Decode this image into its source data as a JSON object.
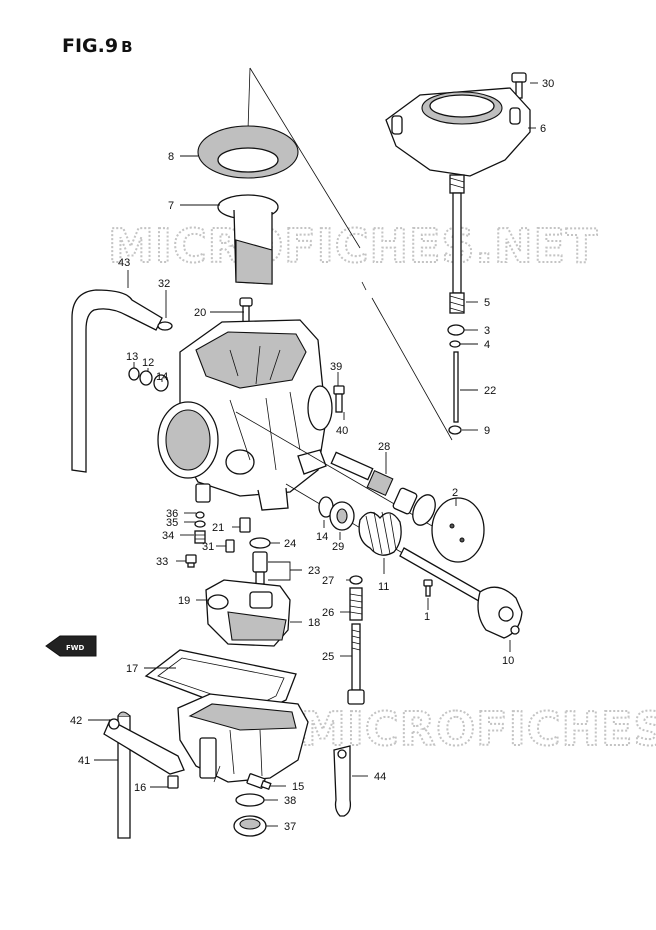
{
  "figure": {
    "title": "FIG.9",
    "suffix": "B"
  },
  "watermark": "MICROFICHES.NET",
  "forward_badge": "FWD",
  "callouts": [
    {
      "id": "c30",
      "text": "30"
    },
    {
      "id": "c6",
      "text": "6"
    },
    {
      "id": "c8",
      "text": "8"
    },
    {
      "id": "c7",
      "text": "7"
    },
    {
      "id": "c43",
      "text": "43"
    },
    {
      "id": "c32",
      "text": "32"
    },
    {
      "id": "c20",
      "text": "20"
    },
    {
      "id": "c5",
      "text": "5"
    },
    {
      "id": "c3",
      "text": "3"
    },
    {
      "id": "c4",
      "text": "4"
    },
    {
      "id": "c13",
      "text": "13"
    },
    {
      "id": "c12",
      "text": "12"
    },
    {
      "id": "c14a",
      "text": "14"
    },
    {
      "id": "c39",
      "text": "39"
    },
    {
      "id": "c22",
      "text": "22"
    },
    {
      "id": "c40",
      "text": "40"
    },
    {
      "id": "c9",
      "text": "9"
    },
    {
      "id": "c28",
      "text": "28"
    },
    {
      "id": "c2",
      "text": "2"
    },
    {
      "id": "c36",
      "text": "36"
    },
    {
      "id": "c35",
      "text": "35"
    },
    {
      "id": "c34",
      "text": "34"
    },
    {
      "id": "c21",
      "text": "21"
    },
    {
      "id": "c31",
      "text": "31"
    },
    {
      "id": "c24",
      "text": "24"
    },
    {
      "id": "c14b",
      "text": "14"
    },
    {
      "id": "c29",
      "text": "29"
    },
    {
      "id": "c33",
      "text": "33"
    },
    {
      "id": "c23",
      "text": "23"
    },
    {
      "id": "c11",
      "text": "11"
    },
    {
      "id": "c27",
      "text": "27"
    },
    {
      "id": "c19",
      "text": "19"
    },
    {
      "id": "c26",
      "text": "26"
    },
    {
      "id": "c1",
      "text": "1"
    },
    {
      "id": "c18",
      "text": "18"
    },
    {
      "id": "c10",
      "text": "10"
    },
    {
      "id": "c25",
      "text": "25"
    },
    {
      "id": "c17",
      "text": "17"
    },
    {
      "id": "c42",
      "text": "42"
    },
    {
      "id": "c41",
      "text": "41"
    },
    {
      "id": "c44",
      "text": "44"
    },
    {
      "id": "c16",
      "text": "16"
    },
    {
      "id": "c15",
      "text": "15"
    },
    {
      "id": "c38",
      "text": "38"
    },
    {
      "id": "c37",
      "text": "37"
    }
  ]
}
